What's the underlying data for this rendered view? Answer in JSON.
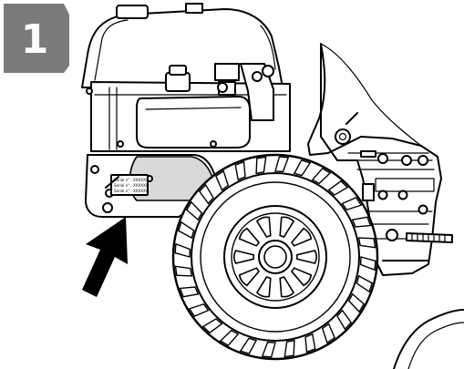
{
  "step": {
    "number": "1",
    "badge_color": "#7b7b7b"
  },
  "serial_plate": {
    "lines": [
      "Serial n° : XXXXXX",
      "Serial n° : XXXXXX",
      "Serial n° : XXXXXX"
    ]
  },
  "arrow": {
    "color": "#000000",
    "points_to": "serial-number-plate"
  },
  "colors": {
    "line": "#000000",
    "shading": "#d9d9d9",
    "background": "#ffffff"
  }
}
